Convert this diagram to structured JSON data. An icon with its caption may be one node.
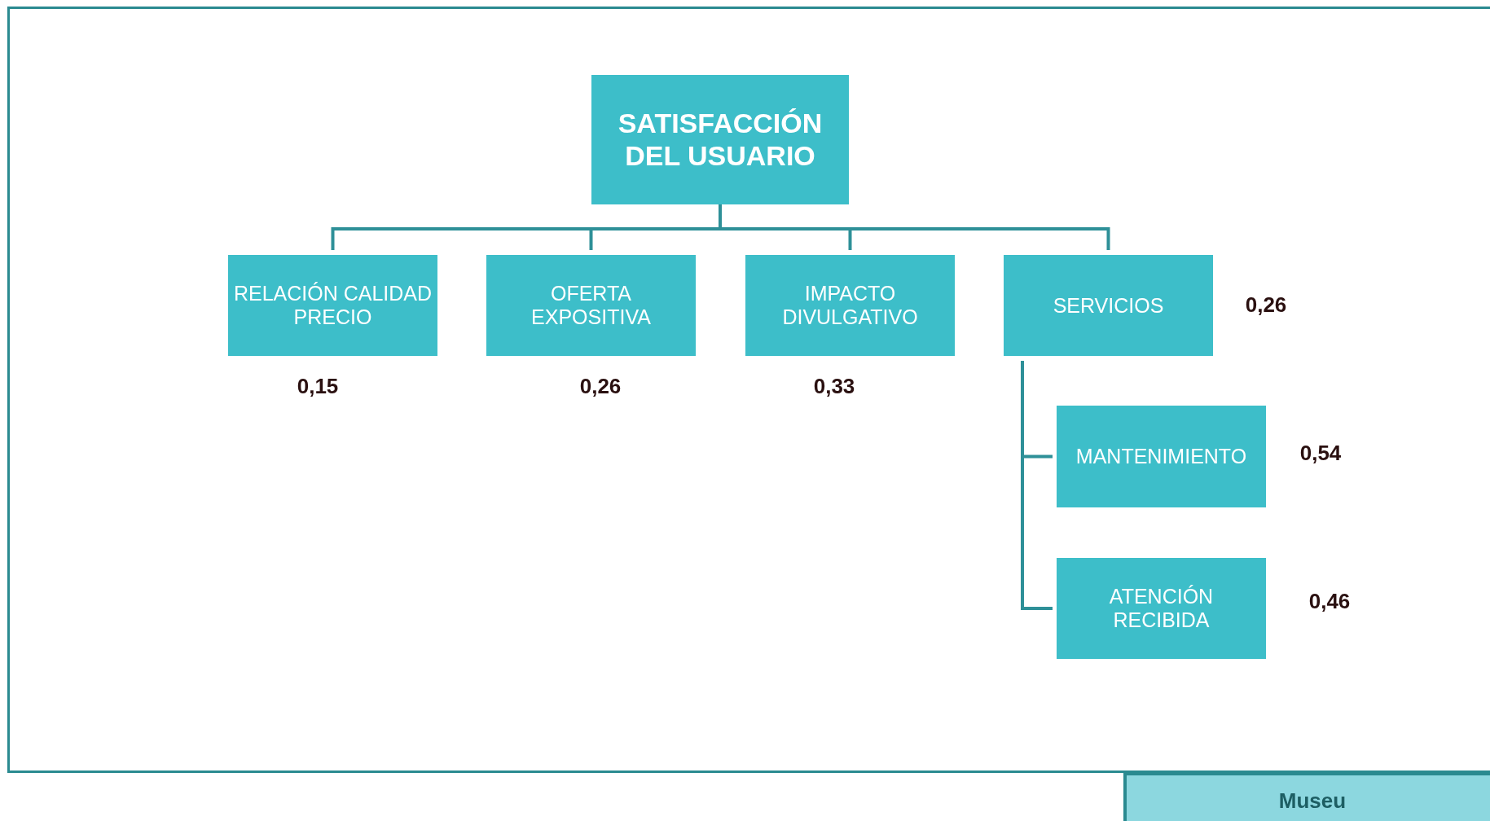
{
  "diagram": {
    "nodes": [
      {
        "text": [
          "SATISFACCIÓN DEL USUARIO"
        ]
      },
      {
        "text": [
          "RELACIÓN CALIDAD PRECIO"
        ],
        "beside": [
          "0,15"
        ]
      },
      {
        "text": [
          "OFERTA EXPOSITIVA"
        ],
        "beside": [
          "0,26"
        ]
      },
      {
        "text": [
          "IMPACTO DIVULGATIVO"
        ],
        "beside": [
          "0,33"
        ]
      },
      {
        "text": [
          "SERVICIOS"
        ],
        "beside": [
          "0,26"
        ]
      },
      {
        "text": [
          "MANTENIMIENTO"
        ],
        "beside": [
          "0,54"
        ]
      },
      {
        "text": [
          "ATENCIÓN RECIBIDA"
        ],
        "beside": [
          "0,46"
        ]
      },
      {
        "text": [
          "Museu"
        ]
      }
    ],
    "edges": [
      {
        "from": 0,
        "to": 1,
        "arrow": "none"
      },
      {
        "from": 0,
        "to": 2,
        "arrow": "none"
      },
      {
        "from": 0,
        "to": 3,
        "arrow": "none"
      },
      {
        "from": 0,
        "to": 4,
        "arrow": "none"
      },
      {
        "from": 4,
        "to": 5,
        "arrow": "none"
      },
      {
        "from": 4,
        "to": 6,
        "arrow": "none"
      }
    ]
  }
}
